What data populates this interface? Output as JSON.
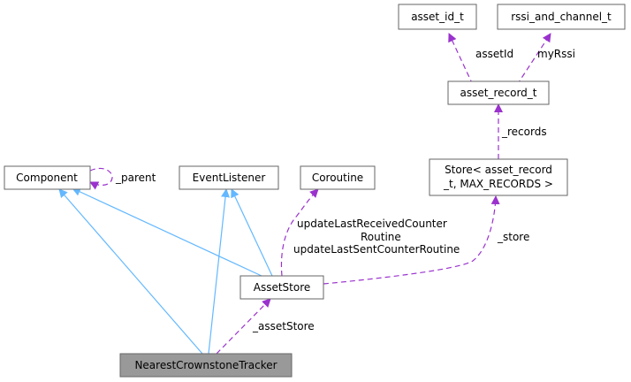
{
  "diagram": {
    "nodes": [
      {
        "id": "asset_id_t",
        "label": "asset_id_t"
      },
      {
        "id": "rssi_and_channel_t",
        "label": "rssi_and_channel_t"
      },
      {
        "id": "asset_record_t",
        "label": "asset_record_t"
      },
      {
        "id": "store",
        "label_line1": "Store< asset_record",
        "label_line2": "_t, MAX_RECORDS >"
      },
      {
        "id": "component",
        "label": "Component"
      },
      {
        "id": "event_listener",
        "label": "EventListener"
      },
      {
        "id": "coroutine",
        "label": "Coroutine"
      },
      {
        "id": "asset_store",
        "label": "AssetStore"
      },
      {
        "id": "nearest_tracker",
        "label": "NearestCrownstoneTracker",
        "highlighted": true
      }
    ],
    "edge_labels": {
      "asset_id": "assetId",
      "my_rssi": "myRssi",
      "records": "_records",
      "store": "_store",
      "parent": "_parent",
      "coroutine_line1": "updateLastReceivedCounter",
      "coroutine_line2": "Routine",
      "coroutine_line3": "updateLastSentCounterRoutine",
      "asset_store": "_assetStore"
    },
    "colors": {
      "inheritance": "#63b8ff",
      "usage": "#9a32cd",
      "node_fill": "#ffffff",
      "node_border": "#666666",
      "highlight_fill": "#999999"
    }
  }
}
